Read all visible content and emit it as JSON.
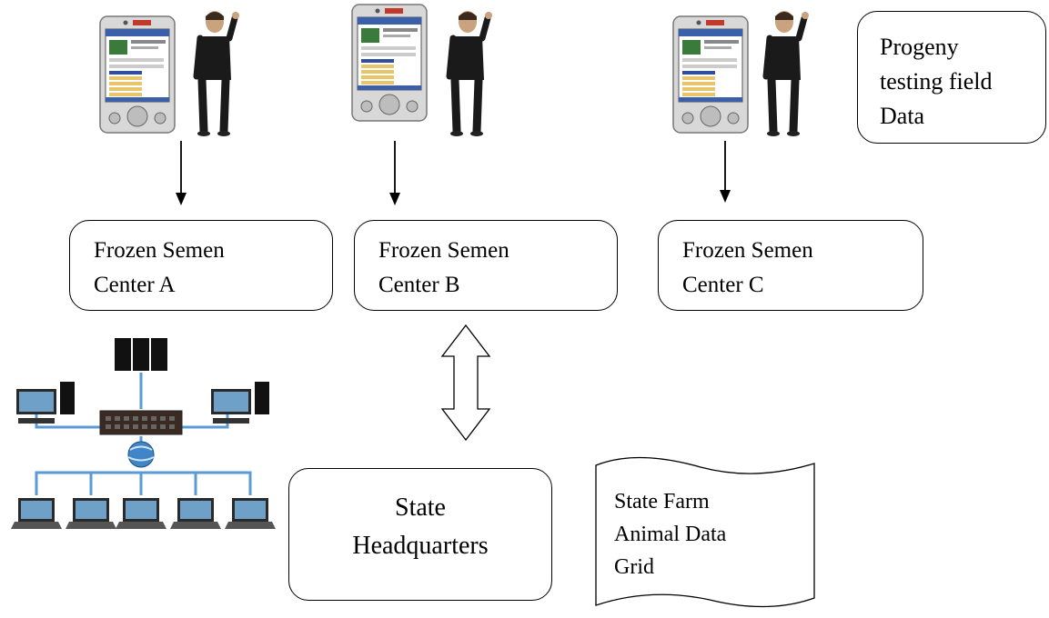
{
  "progeny_box": {
    "line1": "Progeny",
    "line2": "testing field",
    "line3": "Data"
  },
  "centers": [
    {
      "line1": "Frozen Semen",
      "line2": "Center A"
    },
    {
      "line1": "Frozen Semen",
      "line2": "Center B"
    },
    {
      "line1": "Frozen Semen",
      "line2": "Center C"
    }
  ],
  "headquarters": {
    "line1": "State",
    "line2": "Headquarters"
  },
  "data_grid": {
    "line1": "State Farm",
    "line2": "Animal Data",
    "line3": "Grid"
  },
  "icons": [
    "pda-device-icon",
    "person-icon",
    "computer-network-icon"
  ]
}
